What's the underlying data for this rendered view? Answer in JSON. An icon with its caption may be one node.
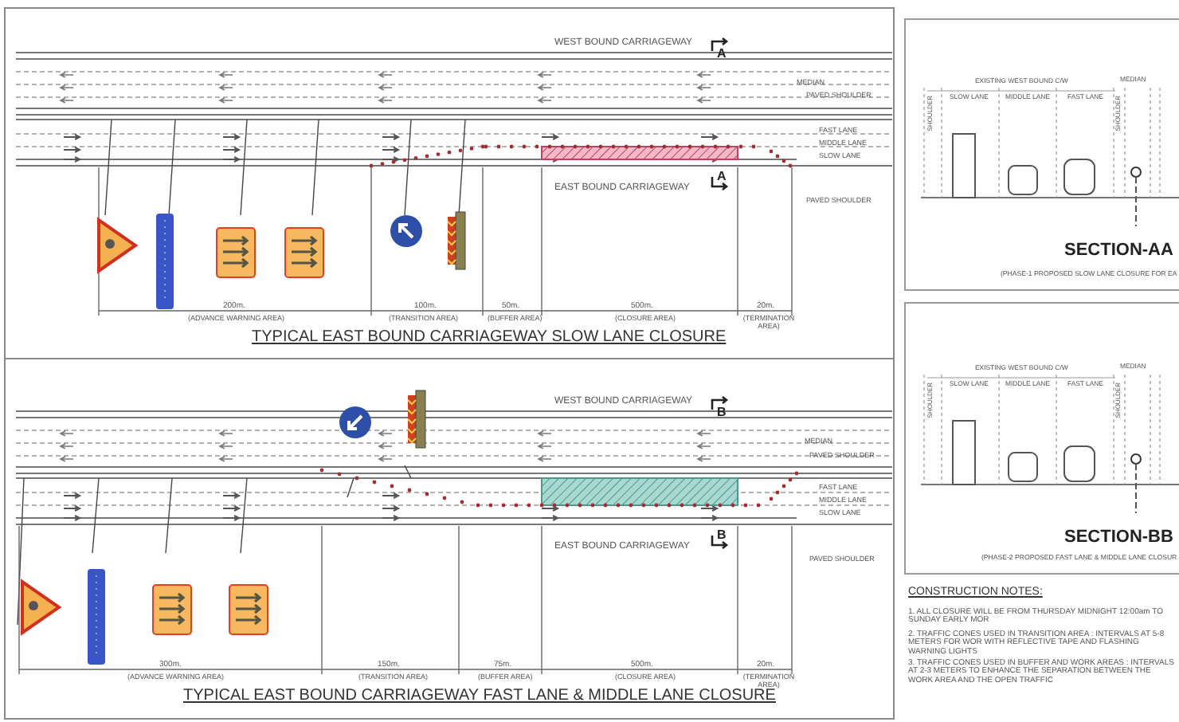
{
  "diagram": {
    "labels": [
      "WEST BOUND CARRIAGEWAY",
      "A",
      "MEDIAN",
      "PAVED SHOULDER",
      "FAST LANE",
      "MIDDLE LANE",
      "SLOW LANE",
      "EAST BOUND CARRIAGEWAY",
      "A",
      "PAVED SHOULDER",
      "200m.",
      "(ADVANCE WARNING AREA)",
      "100m.",
      "(TRANSITION AREA)",
      "50m.",
      "(BUFFER AREA)",
      "500m.",
      "(CLOSURE AREA)",
      "20m.",
      "(TERMINATION AREA)",
      "TYPICAL  EAST BOUND CARRIAGEWAY SLOW LANE CLOSURE",
      "WEST BOUND CARRIAGEWAY",
      "B",
      "MEDIAN",
      "PAVED SHOULDER",
      "FAST LANE",
      "MIDDLE LANE",
      "SLOW LANE",
      "EAST BOUND CARRIAGEWAY",
      "B",
      "PAVED SHOULDER",
      "300m.",
      "(ADVANCE WARNING AREA)",
      "150m.",
      "(TRANSITION AREA)",
      "75m.",
      "(BUFFER AREA)",
      "500m.",
      "(CLOSURE AREA)",
      "20m.",
      "(TERMINATION AREA)",
      "TYPICAL  EAST BOUND CARRIAGEWAY FAST LANE & MIDDLE LANE CLOSURE",
      "EXISTING WEST BOUND C/W",
      "SLOW LANE",
      "MIDDLE LANE",
      "FAST LANE",
      "SHOULDER",
      "SHOULDER",
      "MEDIAN",
      "SECTION-AA",
      "(PHASE-1 PROPOSED SLOW LANE CLOSURE FOR EA",
      "EXISTING WEST BOUND C/W",
      "SLOW LANE",
      "MIDDLE LANE",
      "FAST LANE",
      "SHOULDER",
      "SHOULDER",
      "MEDIAN",
      "SECTION-BB",
      "(PHASE-2 PROPOSED FAST LANE & MIDDLE LANE CLOSUR",
      "CONSTRUCTION NOTES:",
      "1. ALL CLOSURE WILL BE FROM THURSDAY MIDNIGHT 12:00am TO SUNDAY EARLY MOR",
      "2. TRAFFIC CONES USED IN TRANSITION AREA : INTERVALS AT 5-8 METERS FOR WOR WITH REFLECTIVE TAPE AND FLASHING WARNING LIGHTS",
      "3. TRAFFIC CONES USED IN BUFFER AND WORK AREAS : INTERVALS AT 2-3 METERS TO ENHANCE THE SEPARATION BETWEEN THE WORK AREA AND THE OPEN TRAFFIC"
    ]
  }
}
